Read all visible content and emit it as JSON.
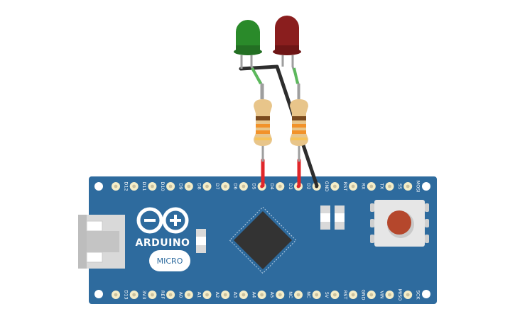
{
  "board": {
    "brand_label": "ARDUINO",
    "model_label": "MICRO",
    "board_color": "#2e6b9e",
    "pins_top": [
      "D12",
      "D11",
      "D10",
      "D9",
      "D8",
      "D7",
      "D6",
      "D5",
      "D4",
      "D3",
      "D2",
      "GND",
      "RST",
      "RX",
      "TX",
      "SS",
      "MOSI"
    ],
    "pins_bottom": [
      "D13",
      "3V3",
      "REF",
      "A0",
      "A1",
      "A2",
      "A3",
      "A4",
      "A5",
      "NC",
      "NC",
      "5V",
      "RST",
      "GND",
      "VIN",
      "MISO",
      "SCK"
    ]
  },
  "components": {
    "led_green_color": "#2a8a2a",
    "led_red_color": "#8a1e1e",
    "wire_power_color": "#e0262a",
    "wire_ground_color": "#2d2d2d",
    "lead_color": "#5cb85c"
  }
}
